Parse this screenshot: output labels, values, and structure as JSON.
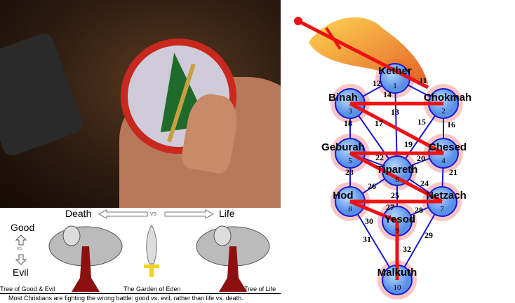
{
  "garden": {
    "death": "Death",
    "vs_top": "vs",
    "life": "Life",
    "good": "Good",
    "vs_side": "vs",
    "evil": "Evil",
    "left_caption": "Tree of Good & Evil",
    "center_caption": "The Garden of Eden",
    "right_caption": "Tree of Life",
    "footer": "Most Christians are fighting the wrong battle: good vs. evil, rather than life vs. death."
  },
  "sephirot": [
    {
      "name": "Kether",
      "num": "1"
    },
    {
      "name": "Chokmah",
      "num": "2"
    },
    {
      "name": "Binah",
      "num": "3"
    },
    {
      "name": "Chesed",
      "num": "4"
    },
    {
      "name": "Geburah",
      "num": "5"
    },
    {
      "name": "Tipareth",
      "num": "6"
    },
    {
      "name": "Netzach",
      "num": "7"
    },
    {
      "name": "Hod",
      "num": "8"
    },
    {
      "name": "Yesod",
      "num": "9"
    },
    {
      "name": "Malkuth",
      "num": "10"
    }
  ],
  "paths": [
    "11",
    "12",
    "13",
    "14",
    "15",
    "16",
    "17",
    "18",
    "19",
    "20",
    "21",
    "22",
    "23",
    "24",
    "25",
    "26",
    "27",
    "28",
    "29",
    "30",
    "31",
    "32"
  ],
  "colors": {
    "node": "#7fb2f0",
    "node_glow": "#f4a0a0",
    "path": "#1a1ad0",
    "lightning": "#ee1111",
    "brown_trunk": "#8b1010",
    "hilt": "#f0d020"
  }
}
